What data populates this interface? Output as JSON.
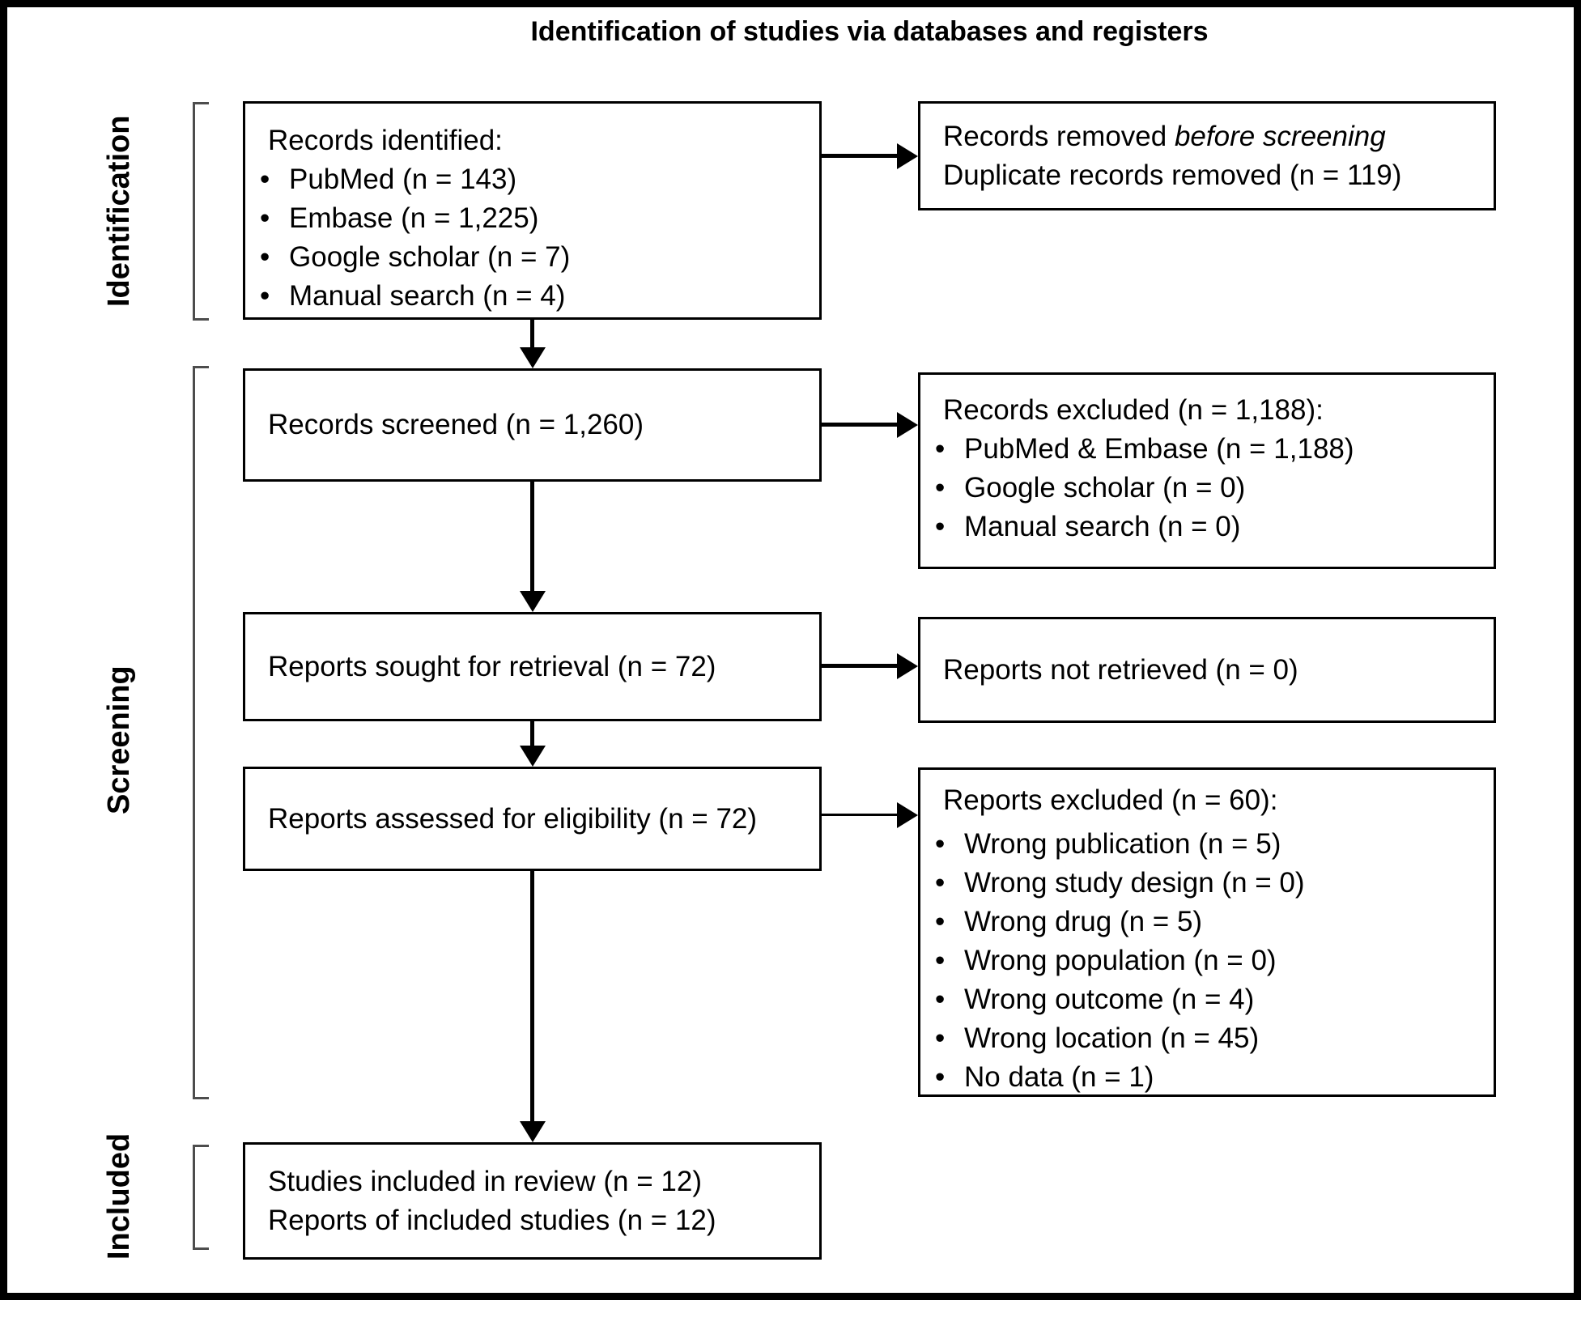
{
  "title": "Identification of studies via databases and registers",
  "stages": {
    "identification": "Identification",
    "screening": "Screening",
    "included": "Included"
  },
  "boxes": {
    "records_identified": {
      "heading": "Records identified:",
      "items": [
        "PubMed (n = 143)",
        "Embase (n = 1,225)",
        "Google scholar (n = 7)",
        "Manual search (n = 4)"
      ]
    },
    "records_removed": {
      "line1_normal": "Records removed ",
      "line1_italic": "before screening",
      "line2": "Duplicate records removed (n = 119)"
    },
    "records_screened": {
      "text": "Records screened (n = 1,260)"
    },
    "records_excluded": {
      "heading": "Records excluded (n = 1,188):",
      "items": [
        "PubMed & Embase (n = 1,188)",
        "Google scholar (n = 0)",
        "Manual search (n = 0)"
      ]
    },
    "reports_sought": {
      "text": "Reports sought for retrieval (n = 72)"
    },
    "reports_not_retrieved": {
      "text": "Reports not retrieved (n = 0)"
    },
    "reports_assessed": {
      "text": "Reports assessed for eligibility (n = 72)"
    },
    "reports_excluded": {
      "heading": "Reports excluded (n = 60):",
      "items": [
        "Wrong publication (n = 5)",
        "Wrong study design (n = 0)",
        "Wrong drug (n = 5)",
        "Wrong population (n = 0)",
        "Wrong outcome (n = 4)",
        "Wrong location (n = 45)",
        "No data (n = 1)"
      ]
    },
    "studies_included": {
      "line1": "Studies included in review (n = 12)",
      "line2": "Reports of included studies (n = 12)"
    }
  },
  "colors": {
    "background": "#ffffff",
    "text": "#000000",
    "box_border": "#000000",
    "bracket": "#4d4d4d"
  }
}
